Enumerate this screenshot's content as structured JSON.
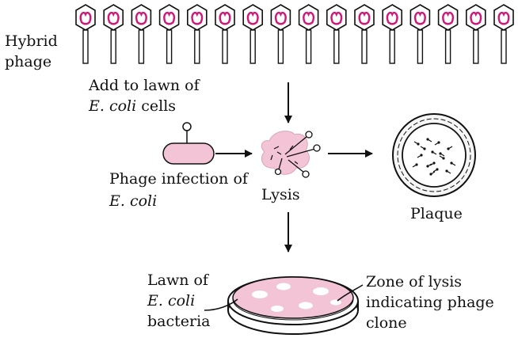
{
  "labels": {
    "hybrid_line1": "Hybrid",
    "hybrid_line2": "phage",
    "add_line1": "Add to lawn of",
    "add_line2_italic": "E. coli",
    "add_line2_rest": " cells",
    "infection_line1": "Phage infection of",
    "infection_line2": "E. coli",
    "lysis": "Lysis",
    "plaque": "Plaque",
    "lawn_line1": "Lawn of",
    "lawn_line2": "E. coli",
    "lawn_line3": "bacteria",
    "zone_line1": "Zone of lysis",
    "zone_line2": "indicating phage",
    "zone_line3": "clone"
  },
  "icons": {
    "phage": "phage-icon",
    "bacterium": "bacterium-icon",
    "lysing_cell": "lysing-cell-icon",
    "plaque": "plaque-icon",
    "petri_dish": "petri-dish-icon"
  },
  "colors": {
    "pink_fill": "#f3c4d6",
    "phage_dna": "#d0187a",
    "line": "#111111"
  }
}
